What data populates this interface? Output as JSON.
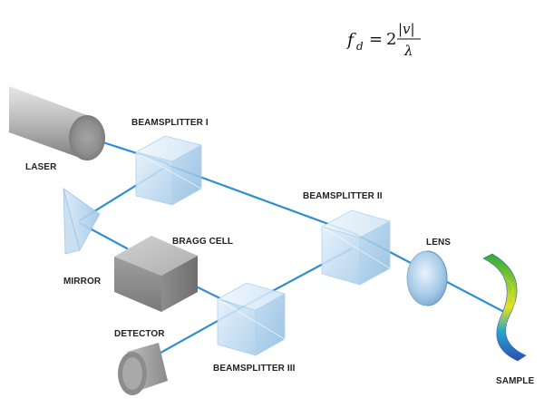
{
  "formula": {
    "lhs_symbol": "f",
    "lhs_subscript": "d",
    "equals": "=",
    "coefficient": "2",
    "numerator": "|v|",
    "denominator": "λ"
  },
  "labels": {
    "laser": "LASER",
    "beamsplitter_1": "BEAMSPLITTER I",
    "beamsplitter_2": "BEAMSPLITTER II",
    "beamsplitter_3": "BEAMSPLITTER III",
    "mirror": "MIRROR",
    "bragg_cell": "BRAGG CELL",
    "detector": "DETECTOR",
    "lens": "LENS",
    "sample": "SAMPLE"
  },
  "colors": {
    "beam": "#2f8fd0",
    "cube_face": "#cfe4f6",
    "device_gray": "#9a9a9a",
    "label_text": "#222222"
  }
}
